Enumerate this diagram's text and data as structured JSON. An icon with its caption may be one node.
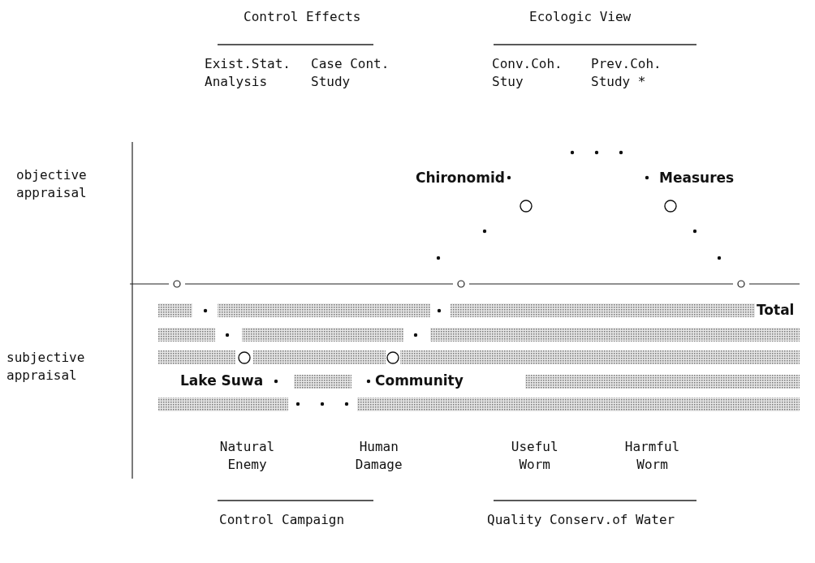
{
  "diagram": {
    "labels": [
      "Control Effects",
      "Ecologic View",
      "Exist.Stat. Analysis",
      "Case Cont. Study",
      "Conv.Coh. Stuy",
      "Prev.Coh. Study *",
      "objective appraisal",
      "Chironomid",
      "Measures",
      "Total",
      "subjective appraisal",
      "Lake Suwa",
      "Community",
      "Natural Enemy",
      "Human Damage",
      "Useful Worm",
      "Harmful Worm",
      "Control Campaign",
      "Quality Conserv.of Water"
    ]
  }
}
